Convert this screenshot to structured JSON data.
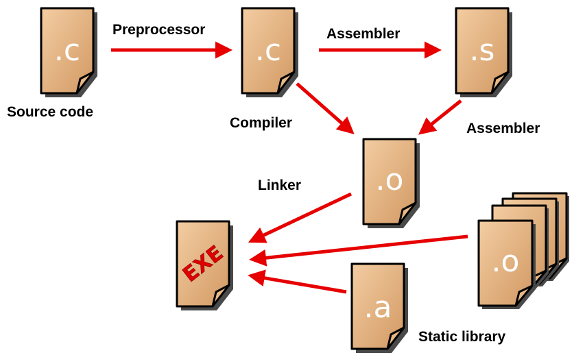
{
  "files": {
    "source": ".c",
    "preprocessed": ".c",
    "assembly": ".s",
    "object": ".o",
    "executable": "EXE",
    "archive": ".a",
    "objects_stack": ".o"
  },
  "labels": {
    "preprocessor": "Preprocessor",
    "assembler_top": "Assembler",
    "source_code": "Source code",
    "compiler": "Compiler",
    "assembler_right": "Assembler",
    "linker": "Linker",
    "static_library": "Static library"
  },
  "colors": {
    "arrow": "#e60000",
    "document_light": "#f1c79a",
    "document_dark": "#d49a63",
    "extension_text": "#ffffff",
    "exe_text": "#e00000"
  }
}
